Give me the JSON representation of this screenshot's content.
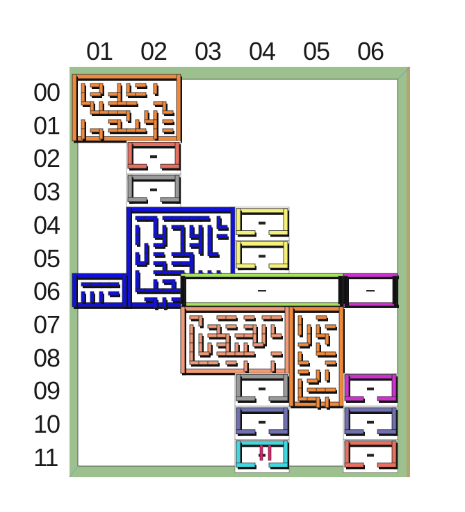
{
  "columns": [
    "01",
    "02",
    "03",
    "04",
    "05",
    "06"
  ],
  "rows": [
    "00",
    "01",
    "02",
    "03",
    "04",
    "05",
    "06",
    "07",
    "08",
    "09",
    "10",
    "11"
  ],
  "colors": {
    "frame": "#9dc18e",
    "orange": "#f0893c",
    "orange_dark": "#8a4513",
    "salmon": "#f09a78",
    "blue": "#1010e0",
    "yellow": "#f5f07a",
    "lime": "#a8e060",
    "magenta": "#d030d0",
    "cyan": "#40d8e0",
    "coral": "#e87060",
    "gray": "#9a9a9a",
    "slate": "#7070b0"
  },
  "rooms": [
    {
      "id": "r-00-01",
      "color": "orange",
      "c0": 0,
      "r0": 0,
      "c1": 2,
      "r1": 2,
      "kind": "maze"
    },
    {
      "id": "r-02-02",
      "color": "coral",
      "c0": 1,
      "r0": 2,
      "c1": 2,
      "r1": 3,
      "kind": "room"
    },
    {
      "id": "r-03-02",
      "color": "gray",
      "c0": 1,
      "r0": 3,
      "c1": 2,
      "r1": 4,
      "kind": "room"
    },
    {
      "id": "r-04-02",
      "color": "blue",
      "c0": 1,
      "r0": 4,
      "c1": 3,
      "r1": 7,
      "kind": "maze"
    },
    {
      "id": "r-06-01",
      "color": "blue",
      "c0": 0,
      "r0": 6,
      "c1": 1,
      "r1": 7,
      "kind": "maze"
    },
    {
      "id": "r-04-04",
      "color": "yellow",
      "c0": 3,
      "r0": 4,
      "c1": 4,
      "r1": 5,
      "kind": "room"
    },
    {
      "id": "r-05-04",
      "color": "yellow",
      "c0": 3,
      "r0": 5,
      "c1": 4,
      "r1": 6,
      "kind": "room"
    },
    {
      "id": "r-06-03",
      "color": "lime",
      "c0": 2,
      "r0": 6,
      "c1": 5,
      "r1": 7,
      "kind": "corridor"
    },
    {
      "id": "r-06-06",
      "color": "magenta",
      "c0": 5,
      "r0": 6,
      "c1": 6,
      "r1": 7,
      "kind": "corridor"
    },
    {
      "id": "r-07-03",
      "color": "salmon",
      "c0": 2,
      "r0": 7,
      "c1": 4,
      "r1": 9,
      "kind": "maze"
    },
    {
      "id": "r-07-05",
      "color": "orange",
      "c0": 4,
      "r0": 7,
      "c1": 5,
      "r1": 10,
      "kind": "maze"
    },
    {
      "id": "r-09-04",
      "color": "gray",
      "c0": 3,
      "r0": 9,
      "c1": 4,
      "r1": 10,
      "kind": "room"
    },
    {
      "id": "r-10-04",
      "color": "slate",
      "c0": 3,
      "r0": 10,
      "c1": 4,
      "r1": 11,
      "kind": "room"
    },
    {
      "id": "r-11-04",
      "color": "cyan",
      "c0": 3,
      "r0": 11,
      "c1": 4,
      "r1": 12,
      "kind": "room"
    },
    {
      "id": "r-09-06",
      "color": "magenta",
      "c0": 5,
      "r0": 9,
      "c1": 6,
      "r1": 10,
      "kind": "room"
    },
    {
      "id": "r-10-06",
      "color": "slate",
      "c0": 5,
      "r0": 10,
      "c1": 6,
      "r1": 11,
      "kind": "room"
    },
    {
      "id": "r-11-06",
      "color": "coral",
      "c0": 5,
      "r0": 11,
      "c1": 6,
      "r1": 12,
      "kind": "room"
    }
  ]
}
